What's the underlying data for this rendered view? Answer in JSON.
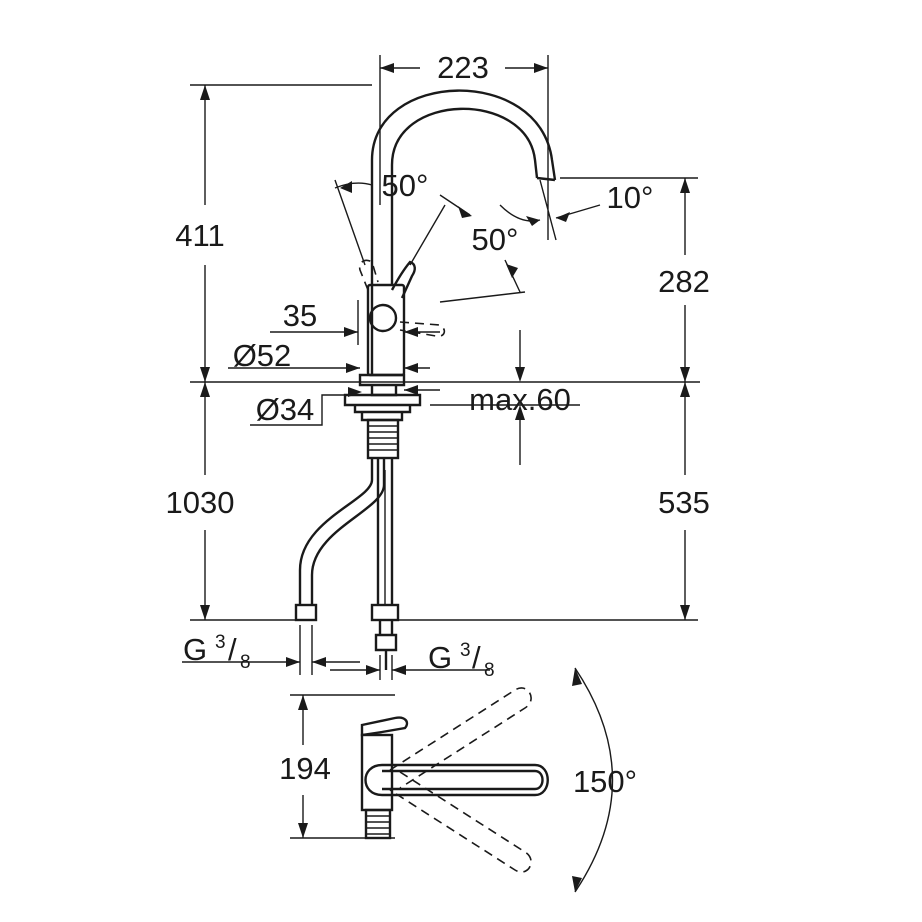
{
  "dimensions": {
    "width_top": "223",
    "height_upper": "411",
    "spout_height": "282",
    "height_total": "1030",
    "hose_length": "535",
    "lever_offset": "35",
    "diameter_base": "Ø52",
    "diameter_shank": "Ø34",
    "max_thickness": "max.60",
    "plan_depth": "194"
  },
  "angles": {
    "lever_back": "50°",
    "lever_forward": "50°",
    "spout_tilt": "10°",
    "swivel": "150°"
  },
  "connections": {
    "left": {
      "prefix": "G",
      "num": "3",
      "sep": "/",
      "den": "8"
    },
    "right": {
      "prefix": "G",
      "num": "3",
      "sep": "/",
      "den": "8"
    }
  }
}
